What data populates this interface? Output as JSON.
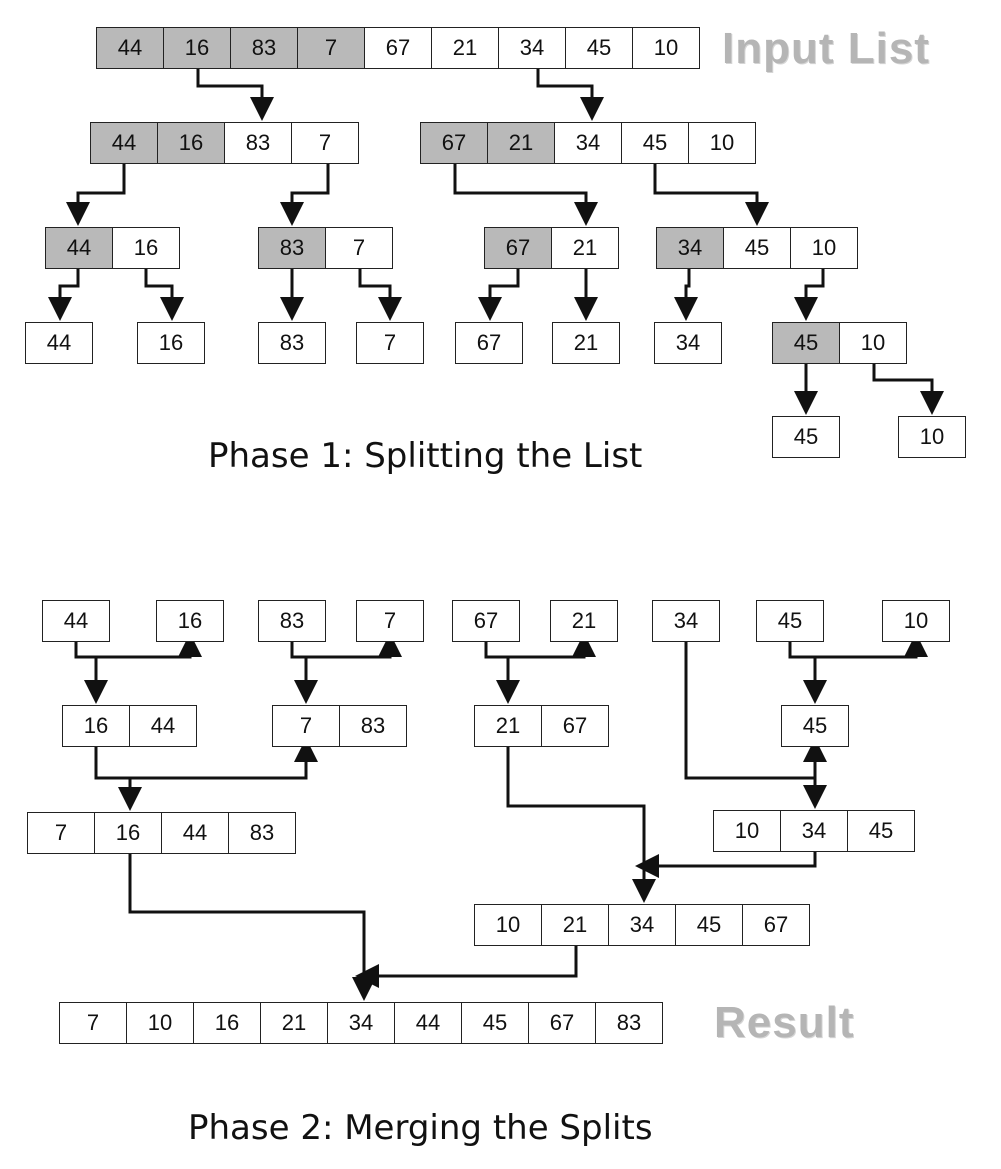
{
  "labels": {
    "input_list": "Input List",
    "result": "Result",
    "phase1_title": "Phase 1: Splitting the List",
    "phase2_title": "Phase 2: Merging the Splits"
  },
  "phase1": {
    "input": [
      {
        "v": "44",
        "h": true
      },
      {
        "v": "16",
        "h": true
      },
      {
        "v": "83",
        "h": true
      },
      {
        "v": "7",
        "h": true
      },
      {
        "v": "67",
        "h": false
      },
      {
        "v": "21",
        "h": false
      },
      {
        "v": "34",
        "h": false
      },
      {
        "v": "45",
        "h": false
      },
      {
        "v": "10",
        "h": false
      }
    ],
    "level1": [
      [
        {
          "v": "44",
          "h": true
        },
        {
          "v": "16",
          "h": true
        },
        {
          "v": "83",
          "h": false
        },
        {
          "v": "7",
          "h": false
        }
      ],
      [
        {
          "v": "67",
          "h": true
        },
        {
          "v": "21",
          "h": true
        },
        {
          "v": "34",
          "h": false
        },
        {
          "v": "45",
          "h": false
        },
        {
          "v": "10",
          "h": false
        }
      ]
    ],
    "level2": [
      [
        {
          "v": "44",
          "h": true
        },
        {
          "v": "16",
          "h": false
        }
      ],
      [
        {
          "v": "83",
          "h": true
        },
        {
          "v": "7",
          "h": false
        }
      ],
      [
        {
          "v": "67",
          "h": true
        },
        {
          "v": "21",
          "h": false
        }
      ],
      [
        {
          "v": "34",
          "h": true
        },
        {
          "v": "45",
          "h": false
        },
        {
          "v": "10",
          "h": false
        }
      ]
    ],
    "level3": [
      [
        {
          "v": "44",
          "h": false
        }
      ],
      [
        {
          "v": "16",
          "h": false
        }
      ],
      [
        {
          "v": "83",
          "h": false
        }
      ],
      [
        {
          "v": "7",
          "h": false
        }
      ],
      [
        {
          "v": "67",
          "h": false
        }
      ],
      [
        {
          "v": "21",
          "h": false
        }
      ],
      [
        {
          "v": "34",
          "h": false
        }
      ],
      [
        {
          "v": "45",
          "h": true
        },
        {
          "v": "10",
          "h": false
        }
      ]
    ],
    "level4": [
      [
        {
          "v": "45",
          "h": false
        }
      ],
      [
        {
          "v": "10",
          "h": false
        }
      ]
    ]
  },
  "phase2": {
    "singles": [
      [
        "44"
      ],
      [
        "16"
      ],
      [
        "83"
      ],
      [
        "7"
      ],
      [
        "67"
      ],
      [
        "21"
      ],
      [
        "34"
      ],
      [
        "45"
      ],
      [
        "10"
      ]
    ],
    "pairs": [
      [
        "16",
        "44"
      ],
      [
        "7",
        "83"
      ],
      [
        "21",
        "67"
      ],
      [
        "45"
      ]
    ],
    "merge4": [
      [
        "7",
        "16",
        "44",
        "83"
      ],
      [
        "10",
        "34",
        "45"
      ]
    ],
    "merge5": [
      [
        "10",
        "21",
        "34",
        "45",
        "67"
      ]
    ],
    "result": [
      [
        "7",
        "10",
        "16",
        "21",
        "34",
        "44",
        "45",
        "67",
        "83"
      ]
    ]
  }
}
